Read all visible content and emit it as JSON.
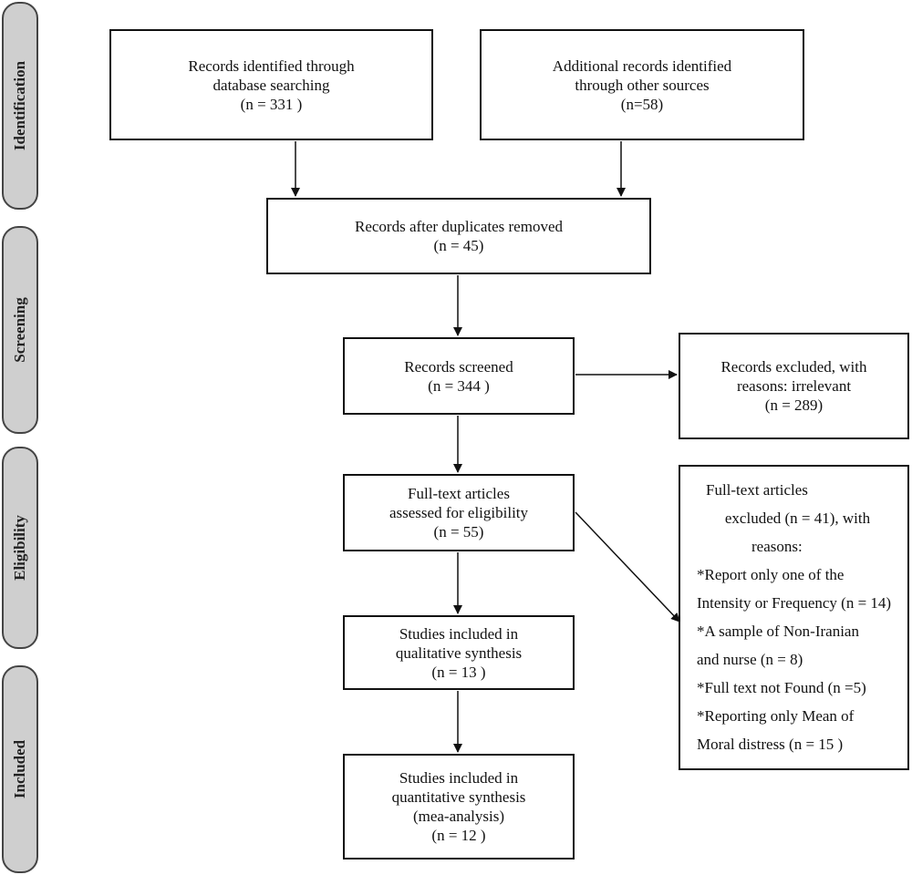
{
  "phases": {
    "identification": "Identification",
    "screening": "Screening",
    "eligibility": "Eligibility",
    "included": "Included"
  },
  "boxes": {
    "db_search": {
      "lines": [
        "Records identified through",
        "database searching",
        "(n = 331 )"
      ]
    },
    "other_sources": {
      "lines": [
        "Additional records identified",
        "through other sources",
        "(n=58)"
      ]
    },
    "after_duplicates": {
      "lines": [
        "Records after duplicates removed",
        "(n = 45)"
      ]
    },
    "screened": {
      "lines": [
        "Records screened",
        "(n = 344 )"
      ]
    },
    "excluded_screen": {
      "lines": [
        "Records excluded, with",
        "reasons: irrelevant",
        "(n = 289)"
      ]
    },
    "full_text": {
      "lines": [
        "Full-text articles",
        "assessed for eligibility",
        "(n = 55)"
      ]
    },
    "qualitative": {
      "lines": [
        "Studies included in",
        "qualitative synthesis",
        "(n = 13 )"
      ]
    },
    "quantitative": {
      "lines": [
        "Studies included in",
        "quantitative synthesis",
        "(mea-analysis)",
        "(n = 12 )"
      ]
    },
    "excluded_full_text": {
      "lines": [
        "Full-text articles",
        "excluded (n = 41), with",
        "reasons:",
        "*Report only one of the",
        "Intensity or Frequency (n = 14)",
        "*A sample of Non-Iranian",
        "and nurse (n = 8)",
        "*Full text not Found (n =5)",
        "*Reporting only Mean of",
        "Moral distress (n = 15 )"
      ]
    }
  }
}
